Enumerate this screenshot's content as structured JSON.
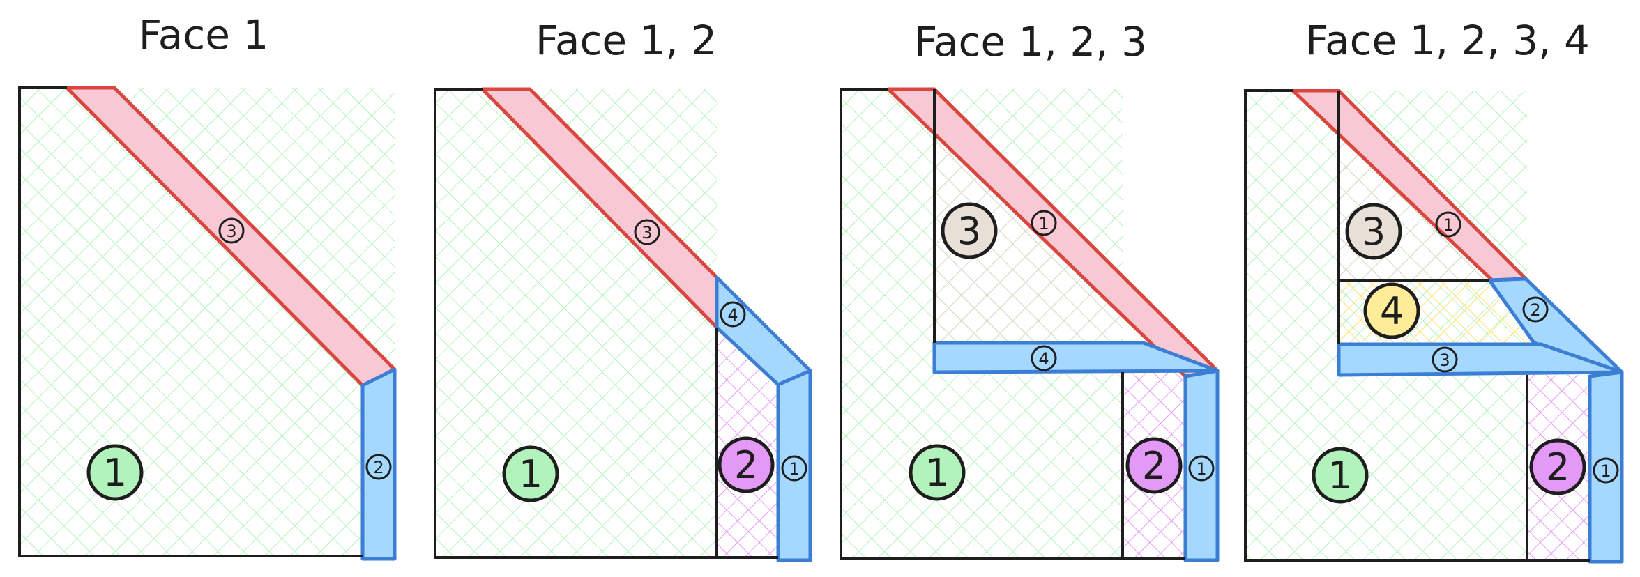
{
  "panels": [
    {
      "title": "Face 1",
      "faces": [
        {
          "label": "1",
          "color": "#b2f2bb"
        }
      ],
      "edges": [
        {
          "label": "3",
          "color": "#ff8787"
        },
        {
          "label": "2",
          "color": "#4a90e2"
        }
      ]
    },
    {
      "title": "Face 1, 2",
      "faces": [
        {
          "label": "1",
          "color": "#b2f2bb"
        },
        {
          "label": "2",
          "color": "#e599f7"
        }
      ],
      "edges": [
        {
          "label": "3",
          "color": "#ff8787"
        },
        {
          "label": "4",
          "color": "#4a90e2"
        },
        {
          "label": "1",
          "color": "#4a90e2"
        }
      ]
    },
    {
      "title": "Face 1, 2, 3",
      "faces": [
        {
          "label": "1",
          "color": "#b2f2bb"
        },
        {
          "label": "2",
          "color": "#e599f7"
        },
        {
          "label": "3",
          "color": "#e8e0d6"
        }
      ],
      "edges": [
        {
          "label": "1",
          "color": "#ff8787"
        },
        {
          "label": "4",
          "color": "#4a90e2"
        },
        {
          "label": "1",
          "color": "#4a90e2"
        }
      ]
    },
    {
      "title": "Face 1, 2, 3, 4",
      "faces": [
        {
          "label": "1",
          "color": "#b2f2bb"
        },
        {
          "label": "2",
          "color": "#e599f7"
        },
        {
          "label": "3",
          "color": "#e8e0d6"
        },
        {
          "label": "4",
          "color": "#ffec99"
        }
      ],
      "edges": [
        {
          "label": "1",
          "color": "#ff8787"
        },
        {
          "label": "2",
          "color": "#4a90e2"
        },
        {
          "label": "3",
          "color": "#4a90e2"
        },
        {
          "label": "1",
          "color": "#4a90e2"
        }
      ]
    }
  ]
}
